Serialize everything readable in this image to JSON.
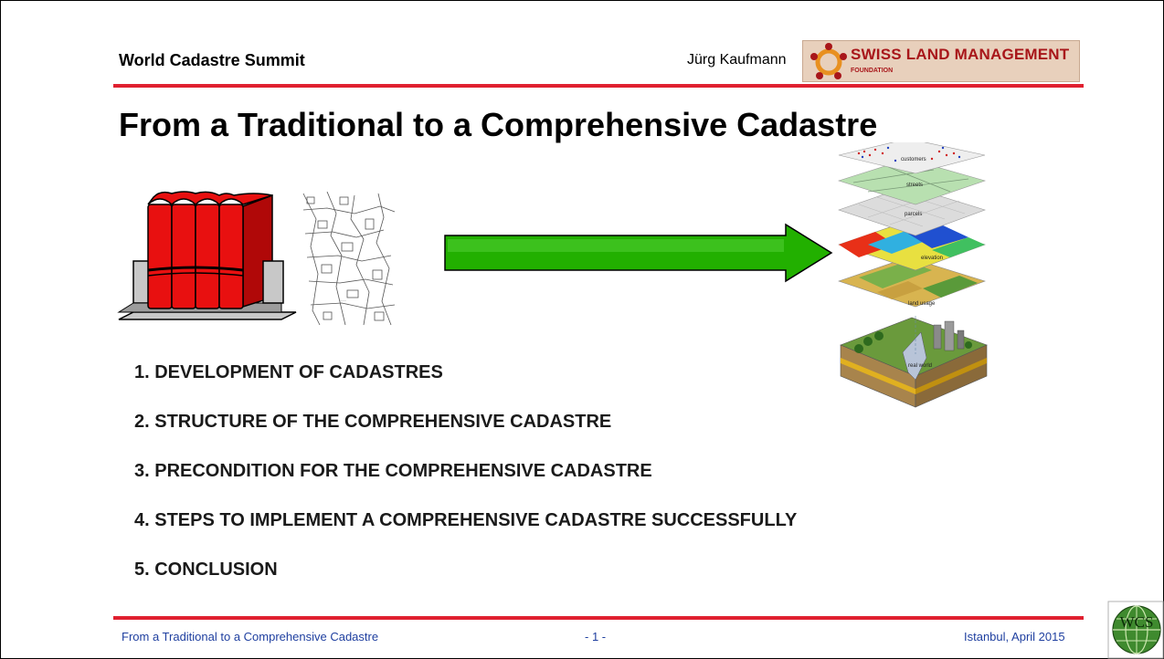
{
  "header": {
    "event": "World Cadastre Summit",
    "author": "Jürg Kaufmann",
    "logo_title": "SWISS LAND MANAGEMENT",
    "logo_subtitle": "FOUNDATION"
  },
  "slide": {
    "title": "From a Traditional to a Comprehensive Cadastre"
  },
  "agenda": [
    "1.  DEVELOPMENT OF CADASTRES",
    "2.  STRUCTURE OF THE COMPREHENSIVE CADASTRE",
    "3.  PRECONDITION FOR THE COMPREHENSIVE CADASTRE",
    "4.  STEPS TO IMPLEMENT A COMPREHENSIVE CADASTRE SUCCESSFULLY",
    "5.  CONCLUSION"
  ],
  "layers": {
    "customers": "customers",
    "streets": "streets",
    "parcels": "parcels",
    "elevation": "elevation",
    "land_usage": "land usage",
    "real_world": "real world"
  },
  "footer": {
    "left": "From a Traditional to a Comprehensive Cadastre",
    "center": "- 1 -",
    "right": "Istanbul, April 2015",
    "badge": "WCS"
  },
  "colors": {
    "accent_red": "#e02030",
    "footer_blue": "#2040a0",
    "arrow_green": "#22b000",
    "binder_red": "#e81010"
  }
}
